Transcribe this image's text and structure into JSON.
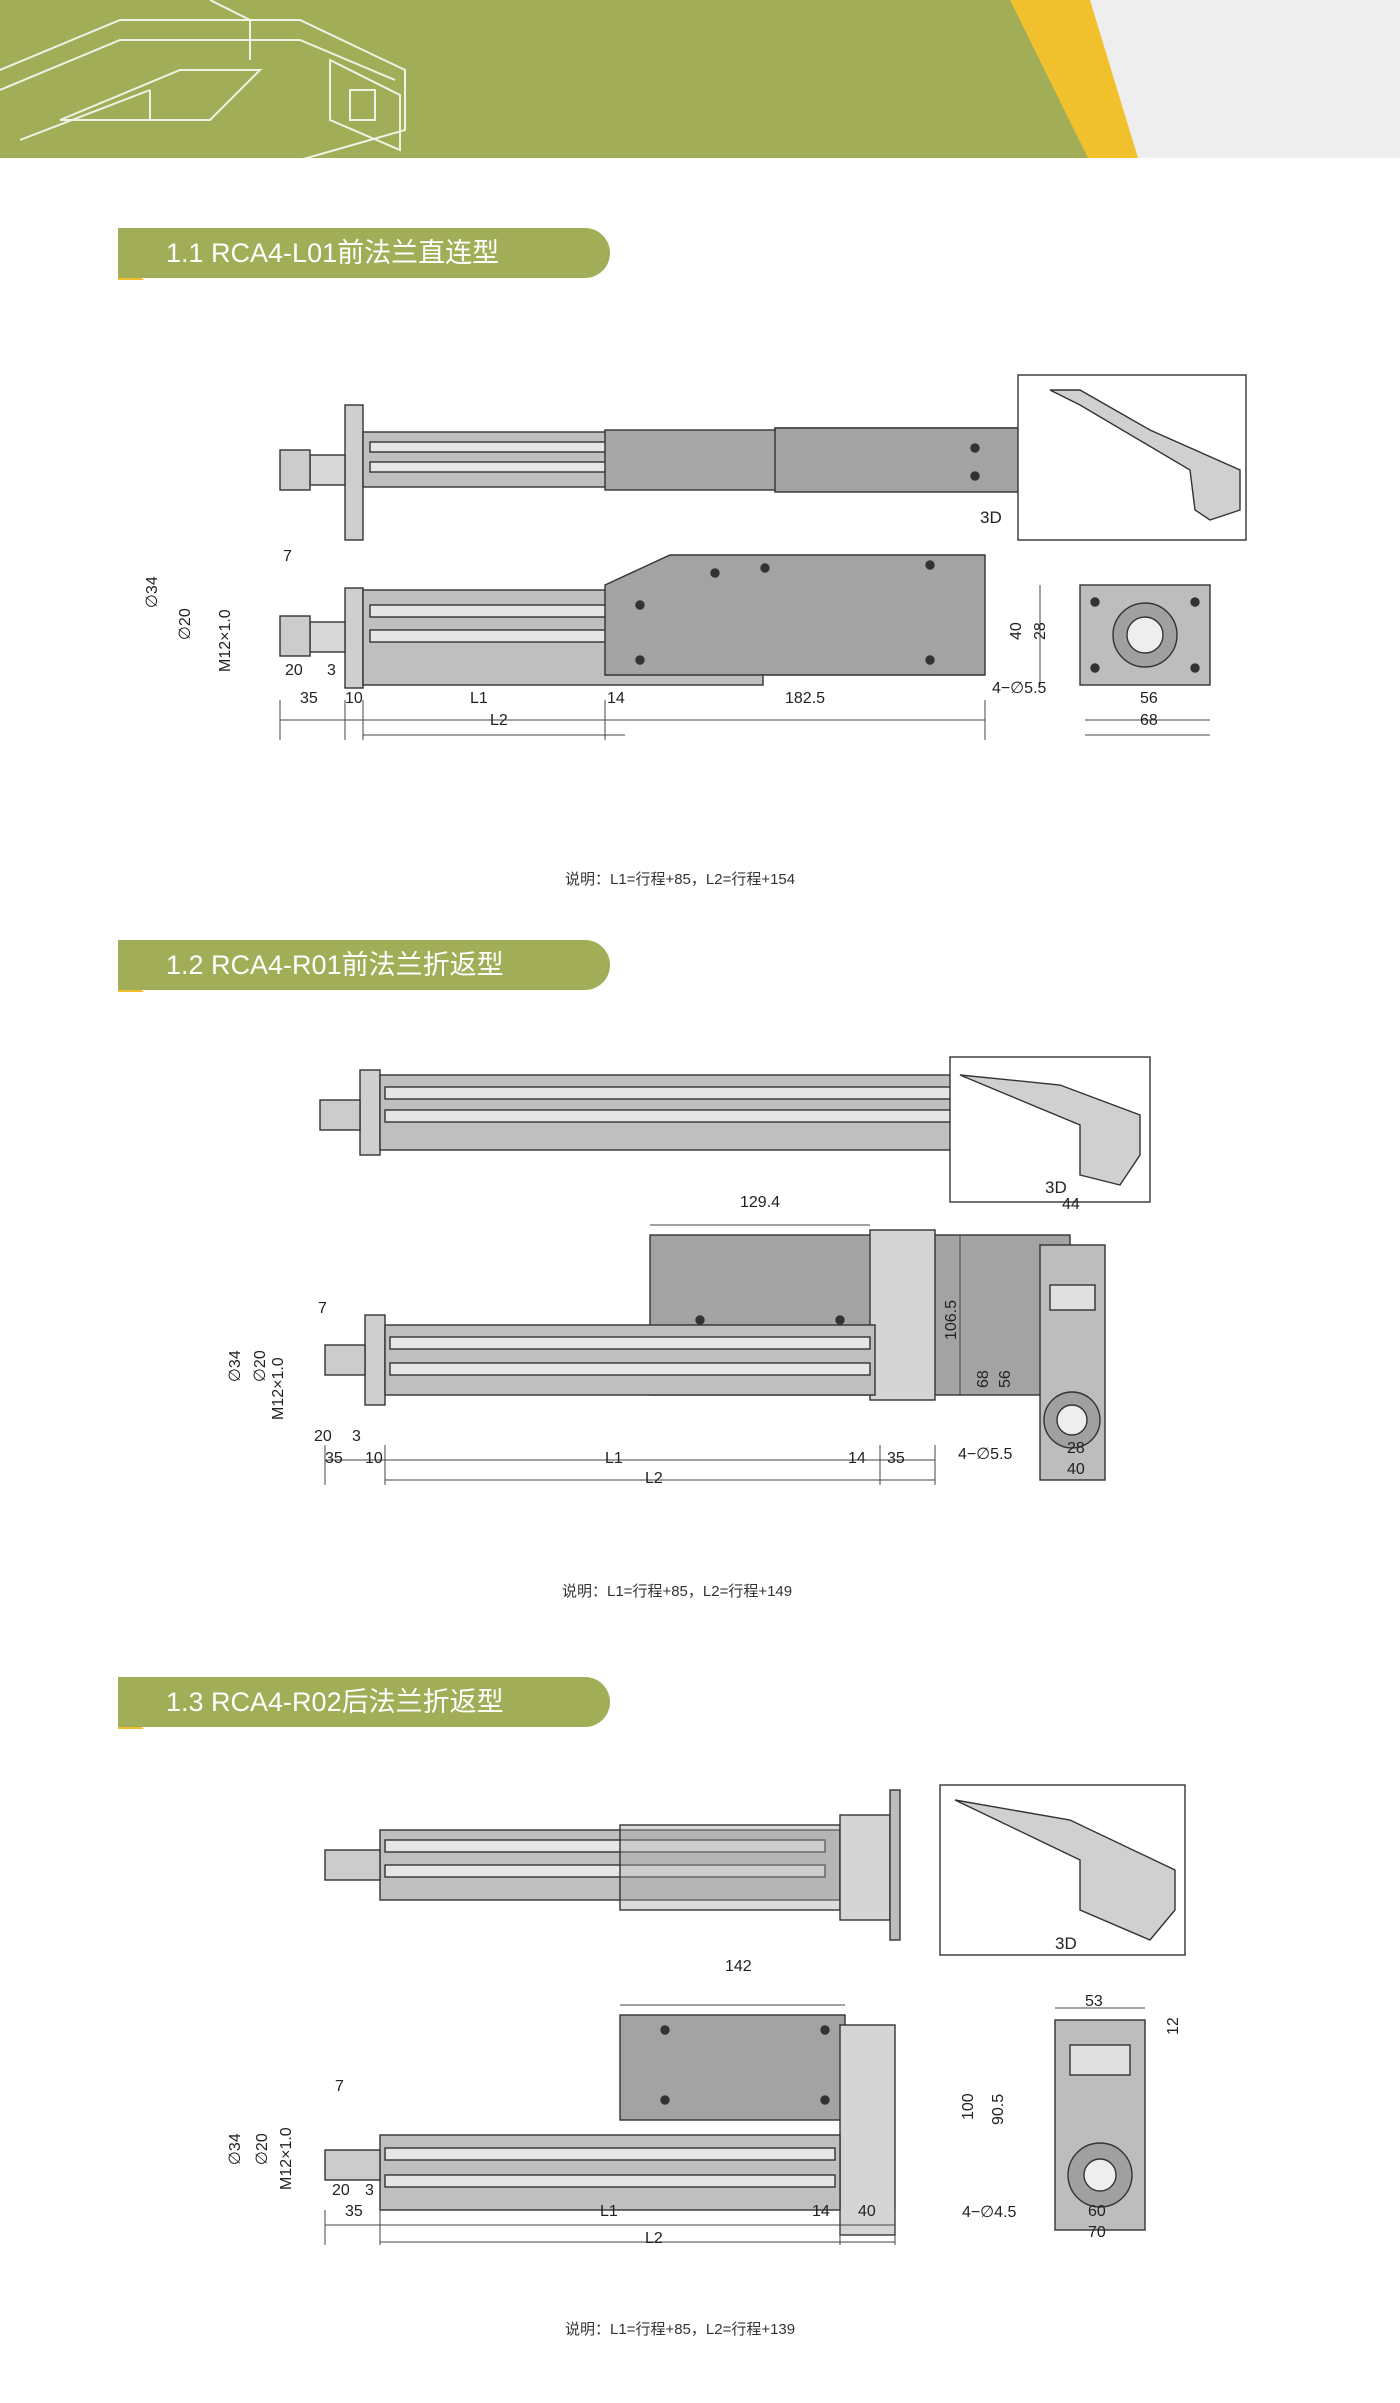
{
  "sections": [
    {
      "title": "1.1 RCA4-L01前法兰直连型",
      "note": "说明：L1=行程+85，L2=行程+154",
      "view_label": "3D",
      "dims": {
        "d34": "∅34",
        "d20": "∅20",
        "m12": "M12×1.0",
        "seven": "7",
        "twenty": "20",
        "three": "3",
        "thirtyfive": "35",
        "ten": "10",
        "l1": "L1",
        "fourteen": "14",
        "len": "182.5",
        "l2": "L2",
        "forty": "40",
        "twentyeight": "28",
        "holes": "4−∅5.5",
        "fiftysix": "56",
        "sixtyeight": "68"
      }
    },
    {
      "title": "1.2 RCA4-R01前法兰折返型",
      "note": "说明：L1=行程+85，L2=行程+149",
      "view_label": "3D",
      "dims": {
        "top": "129.4",
        "height": "106.5",
        "d34": "∅34",
        "d20": "∅20",
        "m12": "M12×1.0",
        "seven": "7",
        "twenty": "20",
        "three": "3",
        "thirtyfive": "35",
        "ten": "10",
        "l1": "L1",
        "fourteen": "14",
        "thirtyfive2": "35",
        "l2": "L2",
        "fortyfour": "44",
        "sixtyeight": "68",
        "fiftysix": "56",
        "holes": "4−∅5.5",
        "twentyeight": "28",
        "forty": "40"
      }
    },
    {
      "title": "1.3 RCA4-R02后法兰折返型",
      "note": "说明：L1=行程+85，L2=行程+139",
      "view_label": "3D",
      "dims": {
        "top": "142",
        "d34": "∅34",
        "d20": "∅20",
        "m12": "M12×1.0",
        "seven": "7",
        "twenty": "20",
        "three": "3",
        "thirtyfive": "35",
        "l1": "L1",
        "fourteen": "14",
        "forty": "40",
        "l2": "L2",
        "fiftythree": "53",
        "twelve": "12",
        "hundred": "100",
        "ninetyfive": "90.5",
        "holes": "4−∅4.5",
        "sixty": "60",
        "seventy": "70"
      }
    }
  ]
}
